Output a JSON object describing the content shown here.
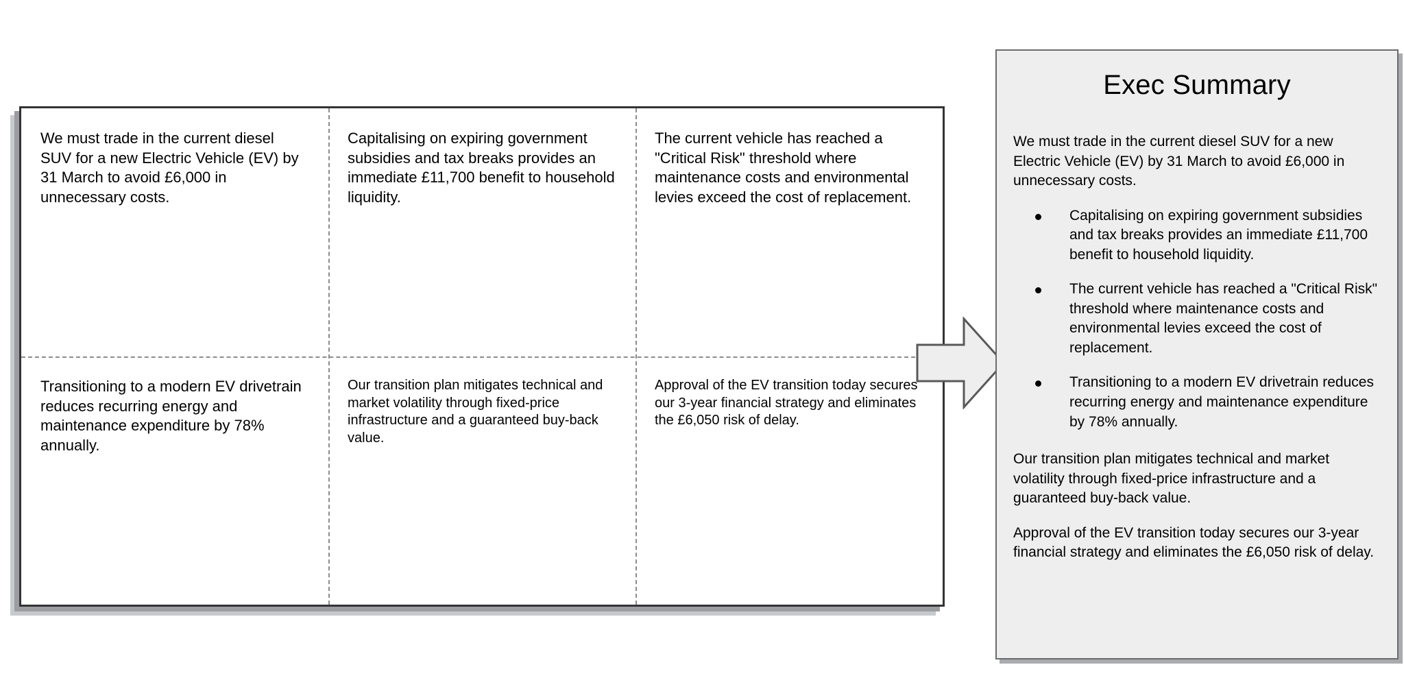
{
  "storyboard": {
    "cells": [
      {
        "id": "cell-r1c1",
        "text": "We must trade in the current diesel SUV for a new Electric Vehicle (EV) by 31 March to avoid £6,000 in unnecessary costs.",
        "size": "large"
      },
      {
        "id": "cell-r1c2",
        "text": "Capitalising on expiring government subsidies and tax breaks provides an immediate £11,700 benefit to household liquidity.",
        "size": "large"
      },
      {
        "id": "cell-r1c3",
        "text": "The current vehicle has reached a \"Critical Risk\" threshold where maintenance costs and environmental levies exceed the cost of replacement.",
        "size": "large"
      },
      {
        "id": "cell-r2c1",
        "text": "Transitioning to a modern EV drivetrain reduces recurring energy and maintenance expenditure by 78% annually.",
        "size": "large"
      },
      {
        "id": "cell-r2c2",
        "text": "Our transition plan mitigates technical and market volatility through fixed-price infrastructure and a guaranteed buy-back value.",
        "size": "small"
      },
      {
        "id": "cell-r2c3",
        "text": "Approval of the EV transition today secures our 3-year financial strategy and eliminates the £6,050 risk of delay.",
        "size": "small"
      }
    ]
  },
  "arrow": {
    "name": "right-block-arrow",
    "fill": "#eeeeee",
    "stroke": "#595959"
  },
  "summary": {
    "title": "Exec Summary",
    "intro": "We must trade in the current diesel SUV for a new Electric Vehicle (EV) by 31 March to avoid £6,000 in unnecessary costs.",
    "bullets": [
      "Capitalising on expiring government subsidies and tax breaks provides an immediate £11,700 benefit to household liquidity.",
      "The current vehicle has reached a \"Critical Risk\" threshold where maintenance costs and environmental levies exceed the cost of replacement.",
      "Transitioning to a modern EV drivetrain reduces recurring energy and maintenance expenditure by 78% annually."
    ],
    "paragraphs": [
      "Our transition plan mitigates technical and market volatility through fixed-price infrastructure and a guaranteed buy-back value.",
      "Approval of the EV transition today secures our 3-year financial strategy and eliminates the £6,050 risk of delay."
    ],
    "background": "#eeeeee",
    "border_color": "#6b6b6b"
  }
}
